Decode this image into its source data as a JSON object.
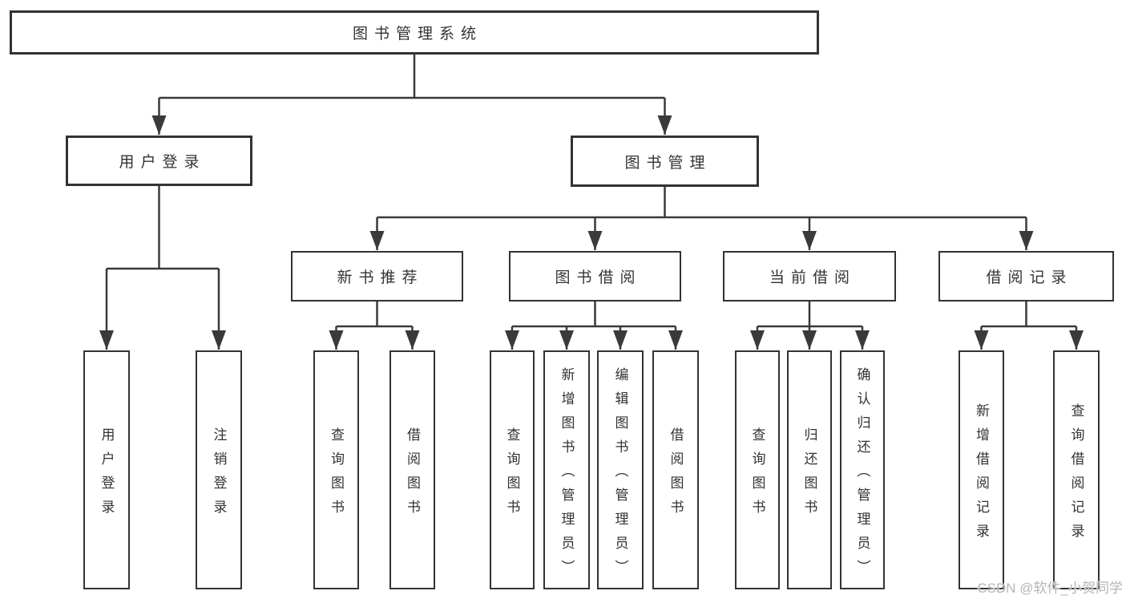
{
  "diagram": {
    "root": {
      "label": "图书管理系统"
    },
    "branches": [
      {
        "label": "用户登录",
        "children": [
          {
            "label": "用户登录"
          },
          {
            "label": "注销登录"
          }
        ]
      },
      {
        "label": "图书管理",
        "children": [
          {
            "label": "新书推荐",
            "children": [
              {
                "label": "查询图书"
              },
              {
                "label": "借阅图书"
              }
            ]
          },
          {
            "label": "图书借阅",
            "children": [
              {
                "label": "查询图书"
              },
              {
                "label": "新增图书（管理员）"
              },
              {
                "label": "编辑图书（管理员）"
              },
              {
                "label": "借阅图书"
              }
            ]
          },
          {
            "label": "当前借阅",
            "children": [
              {
                "label": "查询图书"
              },
              {
                "label": "归还图书"
              },
              {
                "label": "确认归还（管理员）"
              }
            ]
          },
          {
            "label": "借阅记录",
            "children": [
              {
                "label": "新增借阅记录"
              },
              {
                "label": "查询借阅记录"
              }
            ]
          }
        ]
      }
    ]
  },
  "watermark": {
    "text": "CSDN @软件_小贺同学"
  },
  "colors": {
    "background": "#ffffff",
    "box_border": "#333333",
    "text": "#333333",
    "line": "#3a3a3a",
    "watermark": "#b5b5b5"
  }
}
